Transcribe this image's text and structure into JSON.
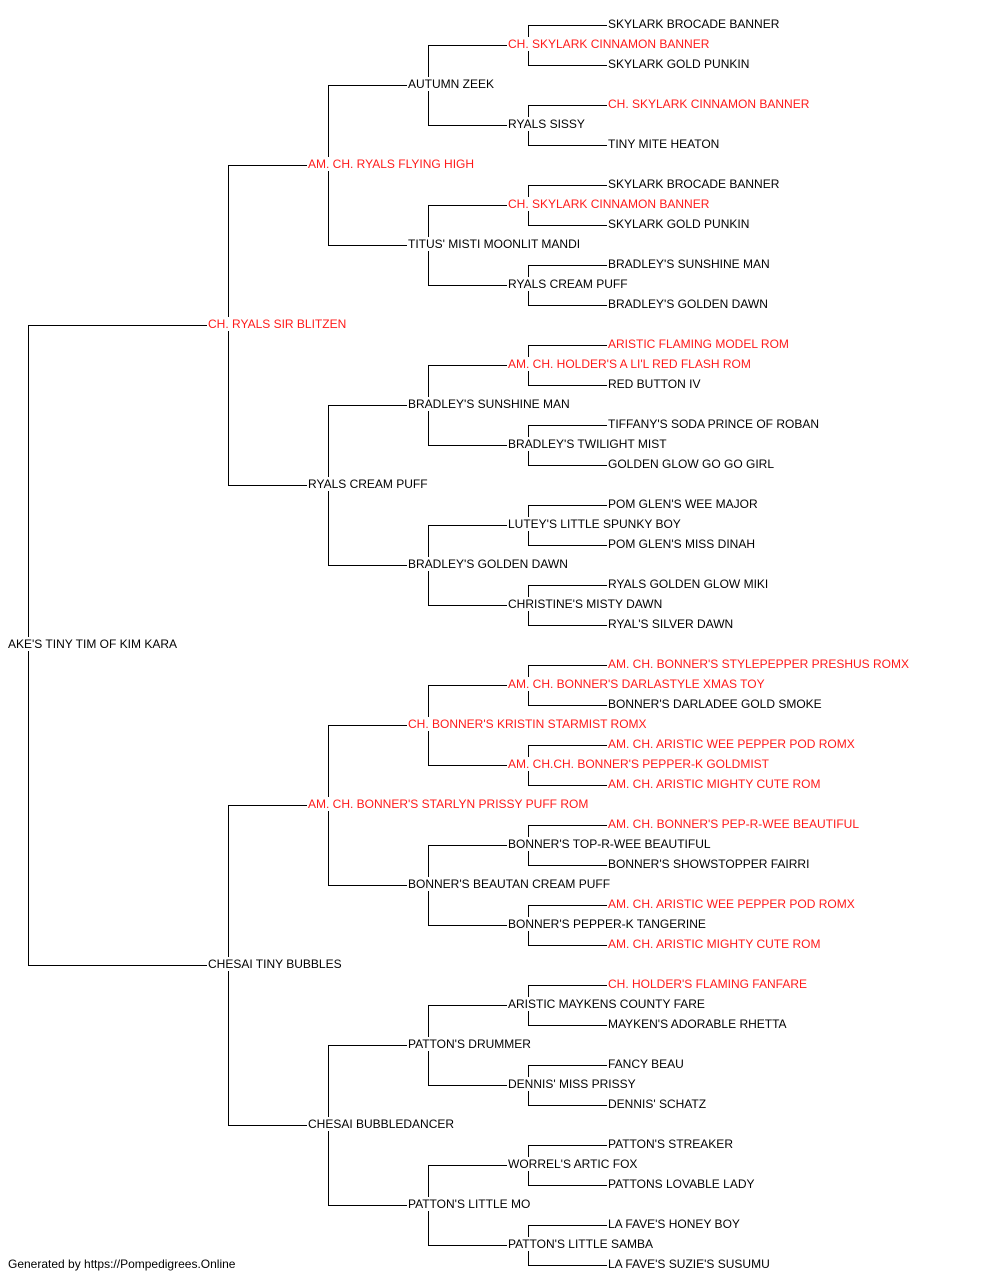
{
  "colors": {
    "champion": "#ff1a1a",
    "normal": "#000000",
    "line": "#000000"
  },
  "pedigree": {
    "name": "AKE'S TINY TIM OF KIM KARA",
    "champion": false,
    "sire": {
      "name": "CH. RYALS SIR BLITZEN",
      "champion": true,
      "sire": {
        "name": "AM. CH. RYALS FLYING HIGH",
        "champion": true,
        "sire": {
          "name": "AUTUMN ZEEK",
          "champion": false,
          "sire": {
            "name": "CH. SKYLARK CINNAMON BANNER",
            "champion": true,
            "sire": {
              "name": "SKYLARK BROCADE BANNER",
              "champion": false
            },
            "dam": {
              "name": "SKYLARK GOLD PUNKIN",
              "champion": false
            }
          },
          "dam": {
            "name": "RYALS SISSY",
            "champion": false,
            "sire": {
              "name": "CH. SKYLARK CINNAMON BANNER",
              "champion": true
            },
            "dam": {
              "name": "TINY MITE HEATON",
              "champion": false
            }
          }
        },
        "dam": {
          "name": "TITUS' MISTI MOONLIT MANDI",
          "champion": false,
          "sire": {
            "name": "CH. SKYLARK CINNAMON BANNER",
            "champion": true,
            "sire": {
              "name": "SKYLARK BROCADE BANNER",
              "champion": false
            },
            "dam": {
              "name": "SKYLARK GOLD PUNKIN",
              "champion": false
            }
          },
          "dam": {
            "name": "RYALS CREAM PUFF",
            "champion": false,
            "sire": {
              "name": "BRADLEY'S SUNSHINE MAN",
              "champion": false
            },
            "dam": {
              "name": "BRADLEY'S GOLDEN DAWN",
              "champion": false
            }
          }
        }
      },
      "dam": {
        "name": "RYALS CREAM PUFF",
        "champion": false,
        "sire": {
          "name": "BRADLEY'S SUNSHINE MAN",
          "champion": false,
          "sire": {
            "name": "AM. CH. HOLDER'S A LI'L RED FLASH ROM",
            "champion": true,
            "sire": {
              "name": "ARISTIC FLAMING MODEL ROM",
              "champion": true
            },
            "dam": {
              "name": "RED BUTTON IV",
              "champion": false
            }
          },
          "dam": {
            "name": "BRADLEY'S TWILIGHT MIST",
            "champion": false,
            "sire": {
              "name": "TIFFANY'S SODA PRINCE OF ROBAN",
              "champion": false
            },
            "dam": {
              "name": "GOLDEN GLOW GO GO GIRL",
              "champion": false
            }
          }
        },
        "dam": {
          "name": "BRADLEY'S GOLDEN DAWN",
          "champion": false,
          "sire": {
            "name": "LUTEY'S LITTLE SPUNKY BOY",
            "champion": false,
            "sire": {
              "name": "POM GLEN'S WEE MAJOR",
              "champion": false
            },
            "dam": {
              "name": "POM GLEN'S MISS DINAH",
              "champion": false
            }
          },
          "dam": {
            "name": "CHRISTINE'S MISTY DAWN",
            "champion": false,
            "sire": {
              "name": "RYALS GOLDEN GLOW MIKI",
              "champion": false
            },
            "dam": {
              "name": "RYAL'S SILVER DAWN",
              "champion": false
            }
          }
        }
      }
    },
    "dam": {
      "name": "CHESAI TINY BUBBLES",
      "champion": false,
      "sire": {
        "name": "AM. CH. BONNER'S STARLYN PRISSY PUFF ROM",
        "champion": true,
        "sire": {
          "name": "CH. BONNER'S KRISTIN STARMIST ROMX",
          "champion": true,
          "sire": {
            "name": "AM. CH. BONNER'S DARLASTYLE XMAS TOY",
            "champion": true,
            "sire": {
              "name": "AM. CH. BONNER'S STYLEPEPPER PRESHUS ROMX",
              "champion": true
            },
            "dam": {
              "name": "BONNER'S DARLADEE GOLD SMOKE",
              "champion": false
            }
          },
          "dam": {
            "name": "AM. CH.CH. BONNER'S PEPPER-K GOLDMIST",
            "champion": true,
            "sire": {
              "name": "AM. CH. ARISTIC WEE PEPPER POD ROMX",
              "champion": true
            },
            "dam": {
              "name": "AM. CH. ARISTIC MIGHTY CUTE ROM",
              "champion": true
            }
          }
        },
        "dam": {
          "name": "BONNER'S BEAUTAN CREAM PUFF",
          "champion": false,
          "sire": {
            "name": "BONNER'S TOP-R-WEE BEAUTIFUL",
            "champion": false,
            "sire": {
              "name": "AM. CH. BONNER'S PEP-R-WEE BEAUTIFUL",
              "champion": true
            },
            "dam": {
              "name": "BONNER'S SHOWSTOPPER FAIRRI",
              "champion": false
            }
          },
          "dam": {
            "name": "BONNER'S PEPPER-K TANGERINE",
            "champion": false,
            "sire": {
              "name": "AM. CH. ARISTIC WEE PEPPER POD ROMX",
              "champion": true
            },
            "dam": {
              "name": "AM. CH. ARISTIC MIGHTY CUTE ROM",
              "champion": true
            }
          }
        }
      },
      "dam": {
        "name": "CHESAI BUBBLEDANCER",
        "champion": false,
        "sire": {
          "name": "PATTON'S DRUMMER",
          "champion": false,
          "sire": {
            "name": "ARISTIC MAYKENS COUNTY FARE",
            "champion": false,
            "sire": {
              "name": "CH. HOLDER'S FLAMING FANFARE",
              "champion": true
            },
            "dam": {
              "name": "MAYKEN'S ADORABLE RHETTA",
              "champion": false
            }
          },
          "dam": {
            "name": "DENNIS' MISS PRISSY",
            "champion": false,
            "sire": {
              "name": "FANCY BEAU",
              "champion": false
            },
            "dam": {
              "name": "DENNIS' SCHATZ",
              "champion": false
            }
          }
        },
        "dam": {
          "name": "PATTON'S LITTLE MO",
          "champion": false,
          "sire": {
            "name": "WORREL'S ARTIC FOX",
            "champion": false,
            "sire": {
              "name": "PATTON'S STREAKER",
              "champion": false
            },
            "dam": {
              "name": "PATTONS LOVABLE LADY",
              "champion": false
            }
          },
          "dam": {
            "name": "PATTON'S LITTLE SAMBA",
            "champion": false,
            "sire": {
              "name": "LA FAVE'S HONEY BOY",
              "champion": false
            },
            "dam": {
              "name": "LA FAVE'S SUZIE'S SUSUMU",
              "champion": false
            }
          }
        }
      }
    }
  },
  "footer": {
    "text": "Generated by https://Pompedigrees.Online"
  }
}
